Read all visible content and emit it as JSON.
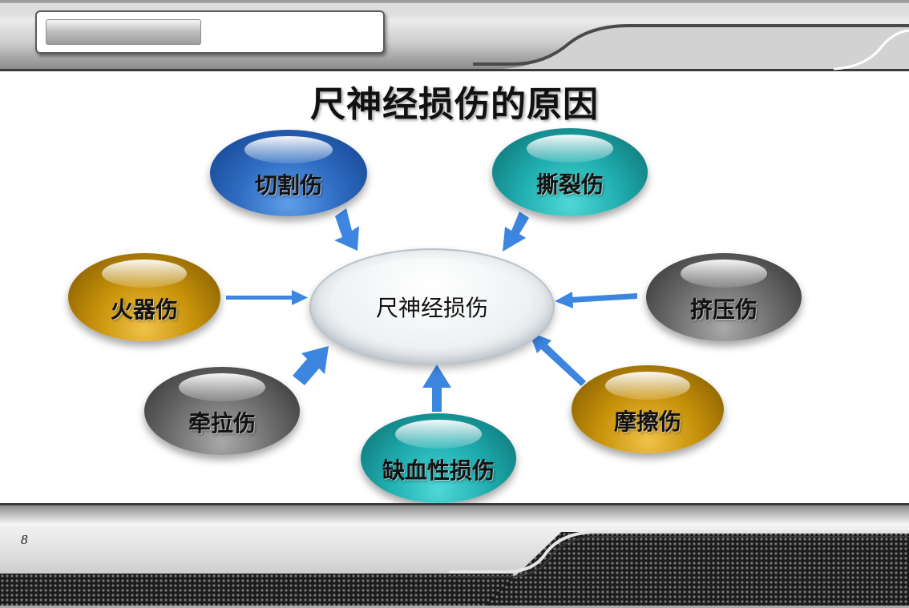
{
  "page": {
    "title": "尺神经损伤的原因",
    "page_number": "8"
  },
  "diagram": {
    "center": {
      "label": "尺神经损伤"
    },
    "causes": [
      {
        "id": "cut",
        "label": "切割伤",
        "color": "blue"
      },
      {
        "id": "tear",
        "label": "撕裂伤",
        "color": "teal"
      },
      {
        "id": "firearm",
        "label": "火器伤",
        "color": "gold"
      },
      {
        "id": "crush",
        "label": "挤压伤",
        "color": "gray"
      },
      {
        "id": "traction",
        "label": "牵拉伤",
        "color": "gray"
      },
      {
        "id": "friction",
        "label": "摩擦伤",
        "color": "gold"
      },
      {
        "id": "ischemic",
        "label": "缺血性损伤",
        "color": "teal"
      }
    ],
    "arrow_color": "#3d86e0",
    "colors": {
      "blue": "#2f6dc2",
      "teal": "#20aeb0",
      "gold": "#c8920a",
      "gray": "#6f6f6f"
    }
  }
}
